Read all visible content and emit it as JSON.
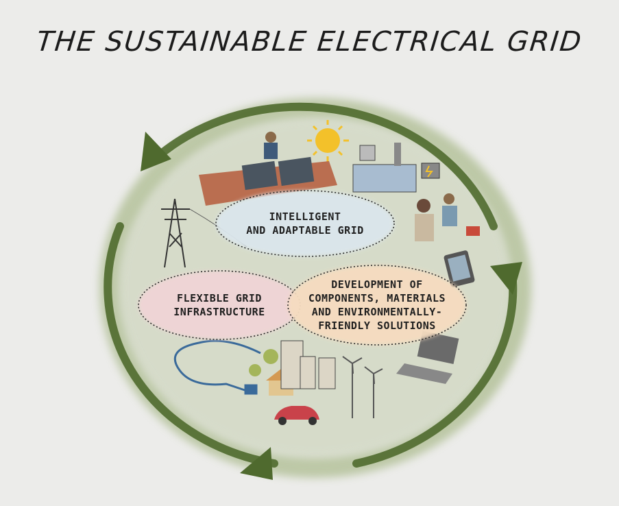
{
  "title": "THE SUSTAINABLE ELECTRICAL GRID",
  "colors": {
    "background": "#ececea",
    "cycle_green": "#4f6a2e",
    "cycle_halo": "#a9b98a",
    "center_fill": "#cfd6bf",
    "blue_ellipse": "#dbe6ec",
    "pink_ellipse": "#f0d4d6",
    "orange_ellipse": "#f6dcc0",
    "sun": "#f3c12a"
  },
  "nodes": {
    "intelligent": {
      "lines": [
        "INTELLIGENT",
        "AND ADAPTABLE GRID"
      ]
    },
    "flexible": {
      "lines": [
        "FLEXIBLE GRID",
        "INFRASTRUCTURE"
      ]
    },
    "development": {
      "lines": [
        "DEVELOPMENT OF",
        "COMPONENTS, MATERIALS",
        "AND ENVIRONMENTALLY-",
        "FRIENDLY SOLUTIONS"
      ]
    }
  },
  "illustrations": [
    "worker-installing-solar-panels",
    "sun-icon",
    "power-plant-icon",
    "battery-icon",
    "transmission-tower-icon",
    "people-with-devices",
    "smartphone-icon",
    "laptop-icon",
    "power-cable-plug-icon",
    "house-icon",
    "apartment-buildings-icon",
    "wind-turbines-icon",
    "car-icon",
    "trees-icon"
  ]
}
